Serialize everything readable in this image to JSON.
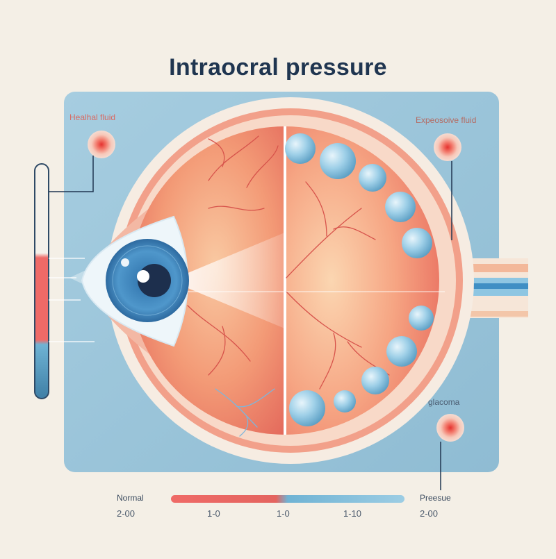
{
  "title": "Intraocral pressure",
  "labels": {
    "healthy_fluid": "Healhal fluid",
    "excessive_fluid": "Expeosoive fluid",
    "glaucoma": "glacoma",
    "normal": "Normal",
    "pressure": "Preesue"
  },
  "scale_ticks": [
    "2-00",
    "1-0",
    "1-0",
    "1-10",
    "2-00"
  ],
  "colors": {
    "background": "#f4efe6",
    "panel": "#9ac5d9",
    "title": "#1f3550",
    "red": "#ef6a67",
    "blue": "#6fb3d4",
    "retina": "#f08a6e"
  }
}
